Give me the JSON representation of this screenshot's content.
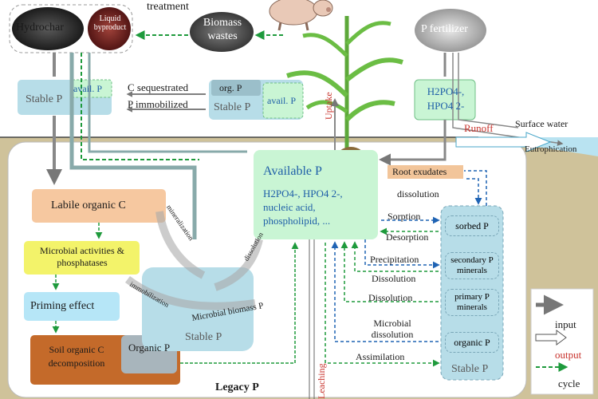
{
  "top": {
    "hydrochar": "Hydrochar",
    "liquid_byproduct": "Liquid byproduct",
    "treatment": "treatment",
    "biomass_wastes": "Biomass wastes",
    "p_fertilizer": "P fertilizer",
    "stable_p_left": "Stable P",
    "avail_p_left": "avail. P",
    "c_sequestrated": "C sequestrated",
    "p_immobilized": "P immobilized",
    "org_p": "org. P",
    "stable_p_mid": "Stable P",
    "avail_p_mid": "avail. P",
    "fert_species": "H2PO4-, HPO4 2-",
    "uptake": "Uptake",
    "runoff": "Runoff",
    "surface_water": "Surface water",
    "eutrophication": "Eutrophication"
  },
  "soil": {
    "labile_c": "Labile organic C",
    "microbial_activities": "Microbial activities & phosphatases",
    "priming_effect": "Priming effect",
    "soil_oc_decomp": "Soil organic C decomposition",
    "organic_p": "Organic P",
    "stable_p": "Stable P",
    "microbial_biomass_p": "Microbial biomass P",
    "mineralization": "mineralization",
    "dissolution": "dissolution",
    "immobilization": "immobilization",
    "legacy_p": "Legacy P",
    "leaching": "Leaching",
    "available_p_title": "Available P",
    "available_p_species": "H2PO4-, HPO4 2-, nucleic acid, phospholipid, ...",
    "root_exudates": "Root exudates",
    "dissolution_root": "dissolution",
    "sorption": "Sorption",
    "desorption": "Desorption",
    "precipitation": "Precipitation",
    "dissolution_1": "Dissolution",
    "dissolution_2": "Dissolution",
    "microbial_dissolution": "Microbial dissolution",
    "assimilation": "Assimilation",
    "sorbed_p": "sorbed P",
    "secondary_minerals": "secondary P minerals",
    "primary_minerals": "primary P minerals",
    "organic_p_right": "organic P",
    "stable_p_right": "Stable P"
  },
  "legend": {
    "input": "input",
    "output": "output",
    "cycle": "cycle"
  },
  "colors": {
    "labile": "#f6c8a0",
    "yellow": "#f3f36a",
    "priming": "#b6e6f7",
    "decomp": "#c46a2a",
    "stable": "#b7dde8",
    "available": "#c9f5d4",
    "cycle": "#1e9a3c",
    "blue_arrow": "#1f63b4",
    "root_exudates": "#f2c59a"
  }
}
